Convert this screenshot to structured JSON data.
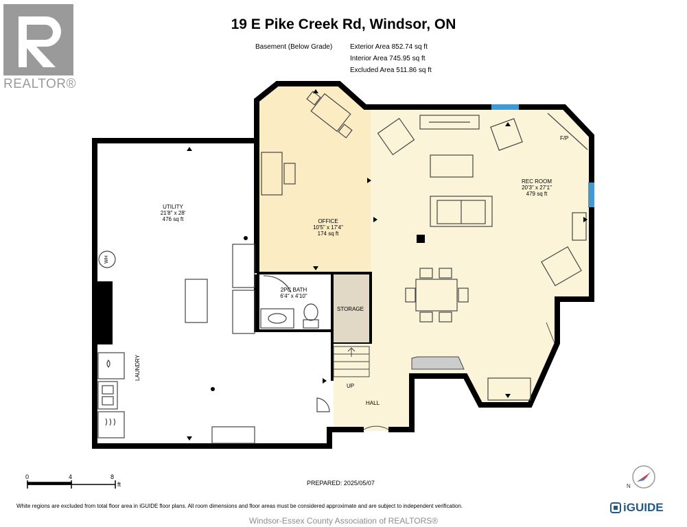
{
  "header": {
    "title": "19 E Pike Creek Rd, Windsor, ON",
    "level_label": "Basement (Below Grade)",
    "areas": [
      "Exterior Area 852.74 sq ft",
      "Interior Area 745.95 sq ft",
      "Excluded Area 511.86 sq ft"
    ]
  },
  "logo": {
    "text": "REALTOR®"
  },
  "rooms": {
    "utility": {
      "name": "UTILITY",
      "dims": "21'8\" x 28'",
      "area": "476 sq ft"
    },
    "office": {
      "name": "OFFICE",
      "dims": "10'5\" x 17'4\"",
      "area": "174 sq ft"
    },
    "rec_room": {
      "name": "REC ROOM",
      "dims": "20'3\" x 27'1\"",
      "area": "479 sq ft"
    },
    "bath": {
      "name": "2PC BATH",
      "dims": "6'4\" x 4'10\""
    },
    "storage": {
      "name": "STORAGE"
    },
    "laundry": {
      "name": "LAUNDRY"
    },
    "hall": {
      "name": "HALL"
    },
    "up": {
      "name": "UP"
    },
    "fp": {
      "name": "F/P"
    },
    "wh": {
      "name": "WH"
    }
  },
  "scale": {
    "labels": [
      "0",
      "4",
      "8"
    ],
    "unit": "ft"
  },
  "footer": {
    "prepared": "PREPARED: 2025/05/07",
    "note": "White regions are excluded from total floor area in iGUIDE floor plans. All room dimensions and floor areas must be considered approximate and are subject to independent verification.",
    "brand": "iGUIDE",
    "association": "Windsor-Essex County Association of REALTORS®"
  },
  "colors": {
    "office_fill": "#fcecc4",
    "rec_fill": "#fcf4d8",
    "storage_fill": "#e2d8c6",
    "wall": "#000000",
    "window": "#3f9ad6"
  }
}
